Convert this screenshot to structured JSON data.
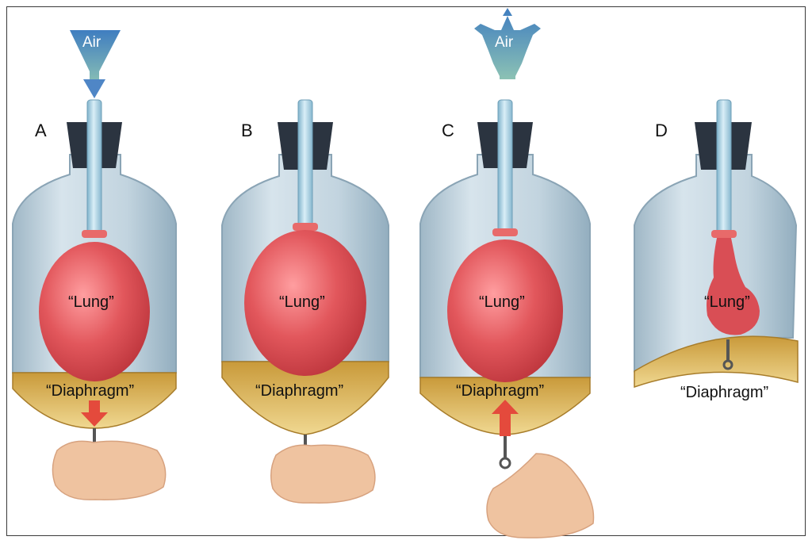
{
  "panels": [
    {
      "letter": "A",
      "lung": "“Lung”",
      "diaphragm": "“Diaphragm”",
      "air": "Air",
      "arrow": "down"
    },
    {
      "letter": "B",
      "lung": "“Lung”",
      "diaphragm": "“Diaphragm”"
    },
    {
      "letter": "C",
      "lung": "“Lung”",
      "diaphragm": "“Diaphragm”",
      "air": "Air",
      "arrow": "up"
    },
    {
      "letter": "D",
      "lung": "“Lung”",
      "diaphragm": "“Diaphragm”"
    }
  ],
  "colors": {
    "jar": "#b8ccd8",
    "stopper": "#2b3440",
    "tube": "#a9d3e6",
    "lung": "#e2575c",
    "diaphragm": "#d9b35a",
    "air": "#4f86c6",
    "arrow": "#e44a3c",
    "hand": "#efc3a0"
  }
}
